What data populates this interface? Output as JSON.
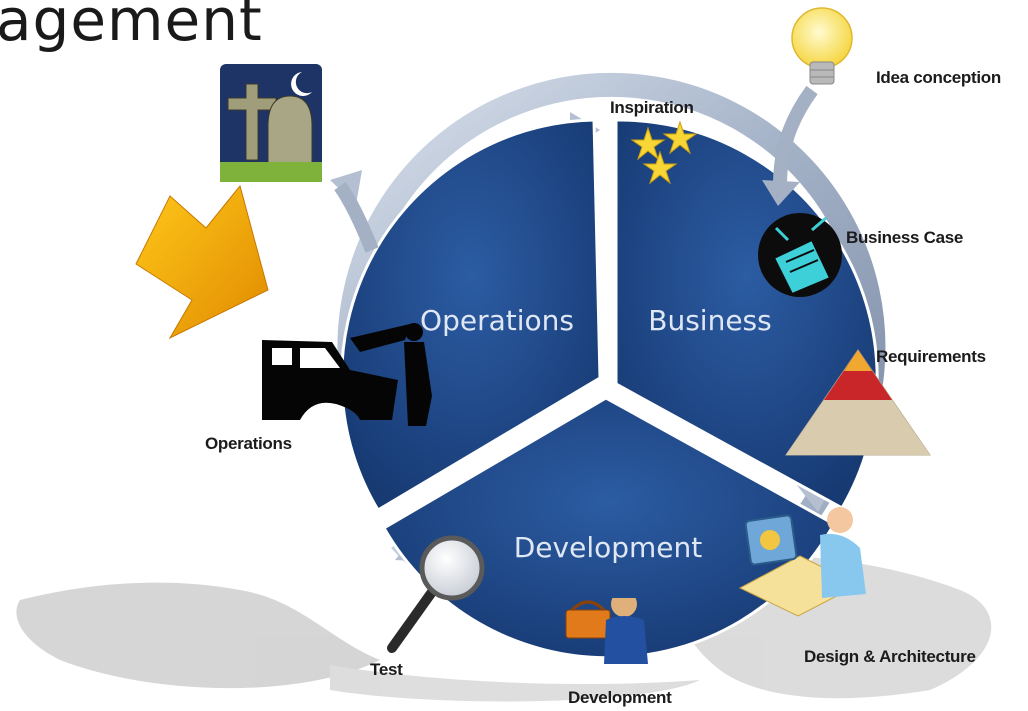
{
  "slide": {
    "title": "agement"
  },
  "cycle": {
    "segments": [
      {
        "id": "operations",
        "label": "Operations"
      },
      {
        "id": "business",
        "label": "Business"
      },
      {
        "id": "development",
        "label": "Development"
      }
    ],
    "segment_color": "#1f4a8c",
    "ring_color": "#a8b6cc"
  },
  "stages": [
    {
      "id": "idea",
      "label": "Idea conception",
      "icon": "lightbulb-icon"
    },
    {
      "id": "inspiration",
      "label": "Inspiration",
      "icon": "stars-icon"
    },
    {
      "id": "business-case",
      "label": "Business Case",
      "icon": "document-icon"
    },
    {
      "id": "requirements",
      "label": "Requirements",
      "icon": "pyramid-icon"
    },
    {
      "id": "design",
      "label": "Design & Architecture",
      "icon": "designer-icon"
    },
    {
      "id": "development",
      "label": "Development",
      "icon": "worker-icon"
    },
    {
      "id": "test",
      "label": "Test",
      "icon": "magnifier-icon"
    },
    {
      "id": "operations",
      "label": "Operations",
      "icon": "mechanic-car-icon"
    },
    {
      "id": "retirement",
      "label": "",
      "icon": "gravestone-icon"
    }
  ],
  "highlight": {
    "icon": "highlight-arrow-icon",
    "color": "#f0a800"
  }
}
